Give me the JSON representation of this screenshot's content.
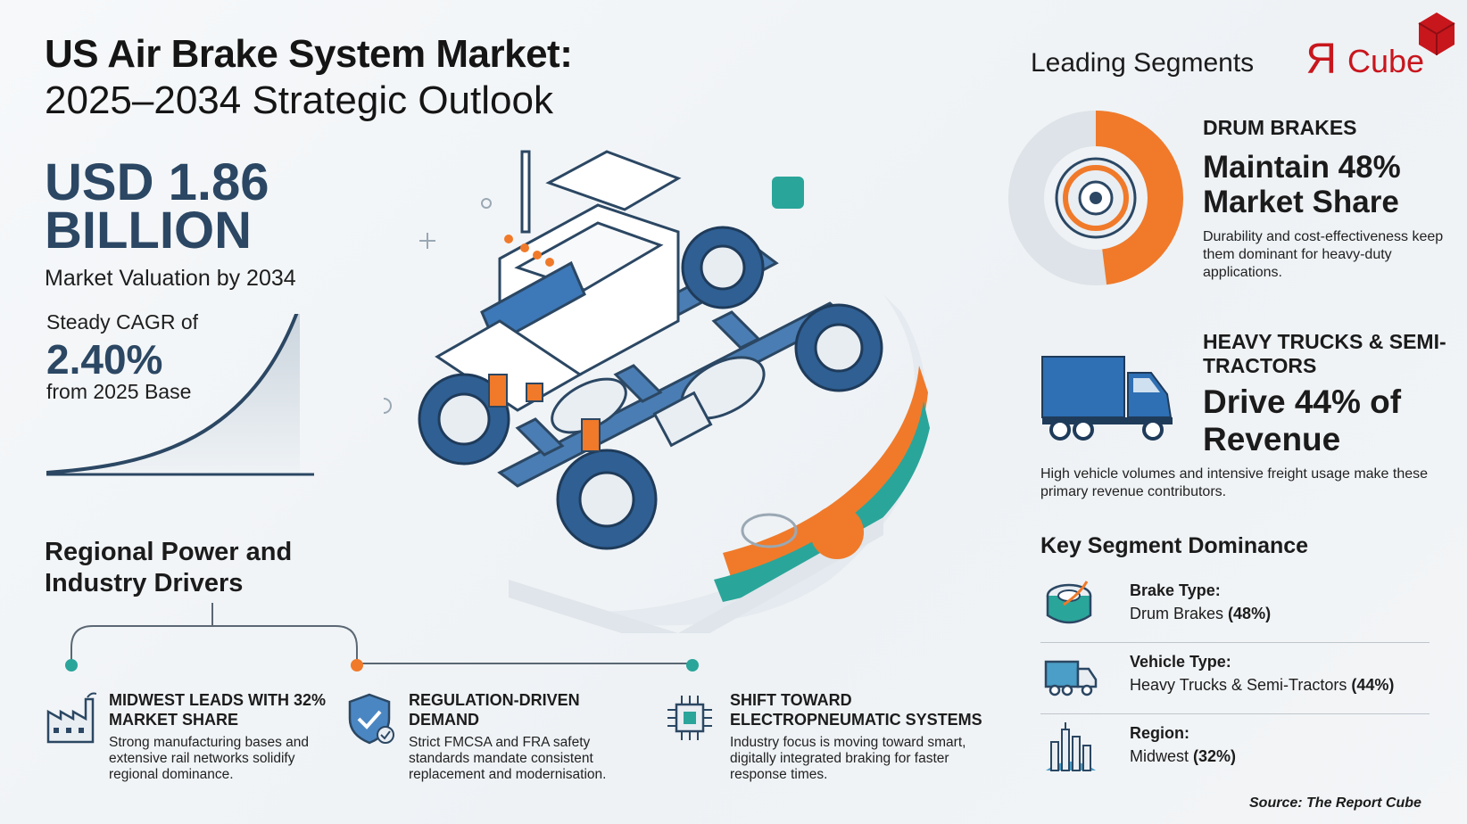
{
  "title": {
    "line1": "US Air Brake System Market:",
    "line2": "2025–2034 Strategic Outlook"
  },
  "valuation": {
    "line1": "USD 1.86",
    "line2": "BILLION",
    "subtitle": "Market Valuation by 2034"
  },
  "cagr": {
    "line1": "Steady CAGR of",
    "value": "2.40%",
    "line3": "from 2025 Base"
  },
  "regional": {
    "title": "Regional Power and Industry Drivers",
    "drivers": [
      {
        "icon": "factory-icon",
        "title": "MIDWEST LEADS WITH 32% MARKET SHARE",
        "body": "Strong manufacturing bases and extensive rail networks solidify regional dominance."
      },
      {
        "icon": "shield-check-icon",
        "title": "REGULATION-DRIVEN DEMAND",
        "body": "Strict FMCSA and FRA safety standards mandate consistent replacement and modernisation."
      },
      {
        "icon": "chip-icon",
        "title": "SHIFT TOWARD ELECTROPNEUMATIC SYSTEMS",
        "body": "Industry focus is moving toward smart, digitally integrated braking for faster response times."
      }
    ]
  },
  "leading": {
    "title": "Leading Segments",
    "logo_text": "Cube",
    "logo_letter": "R",
    "segment1": {
      "label": "DRUM BRAKES",
      "headline": "Maintain 48% Market Share",
      "description": "Durability and cost-effectiveness keep them dominant for heavy-duty applications.",
      "share": 0.48
    },
    "segment2": {
      "label": "HEAVY TRUCKS & SEMI-TRACTORS",
      "headline": "Drive 44% of Revenue",
      "description": "High vehicle volumes and intensive freight usage make these primary revenue contributors."
    }
  },
  "key_segment": {
    "title": "Key Segment Dominance",
    "rows": [
      {
        "icon": "drum-brake-icon",
        "label": "Brake Type:",
        "value": "Drum Brakes",
        "pct": "(48%)"
      },
      {
        "icon": "truck-icon",
        "label": "Vehicle Type:",
        "value": "Heavy Trucks & Semi-Tractors",
        "pct": "(44%)"
      },
      {
        "icon": "city-skyline-icon",
        "label": "Region:",
        "value": "Midwest",
        "pct": "(32%)"
      }
    ]
  },
  "source": "Source: The Report Cube",
  "colors": {
    "navy": "#2b4763",
    "orange": "#f07a2a",
    "teal": "#2aa59a",
    "blue": "#2f6fb3",
    "brand_red": "#c8161d"
  }
}
